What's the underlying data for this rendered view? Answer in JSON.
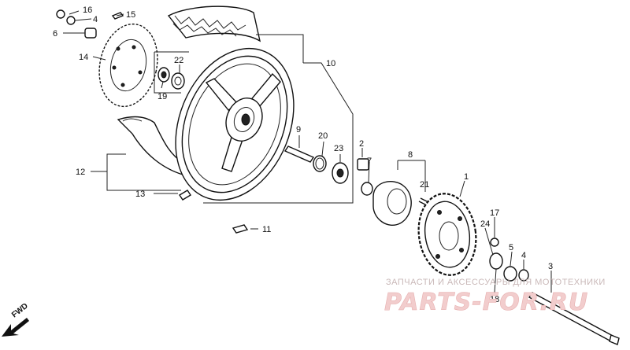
{
  "callouts": {
    "c1": "1",
    "c2": "2",
    "c3": "3",
    "c4": "4",
    "c5": "5",
    "c6": "6",
    "c7": "7",
    "c8": "8",
    "c9": "9",
    "c10": "10",
    "c11": "11",
    "c12": "12",
    "c13": "13",
    "c14": "14",
    "c15": "15",
    "c16": "16",
    "c17": "17",
    "c18": "18",
    "c19": "19",
    "c20": "20",
    "c21": "21",
    "c22": "22",
    "c23": "23",
    "c24": "24"
  },
  "watermark": {
    "tagline": "ЗАПЧАСТИ И АКСЕССУАРЫ ДЛЯ МОТОТЕХНИКИ",
    "logo": "PARTS-FOR.RU"
  },
  "direction": {
    "label": "FWD"
  }
}
